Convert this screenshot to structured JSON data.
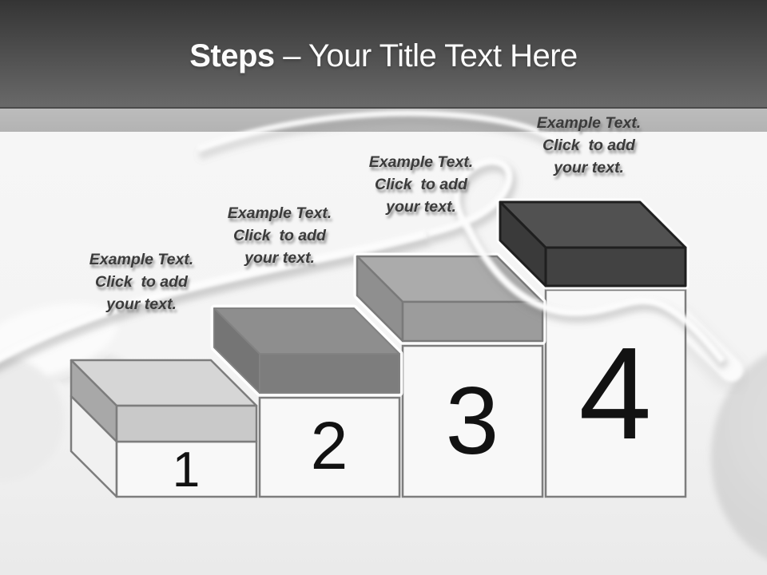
{
  "theme": {
    "header_top": "#3a3a3a",
    "header_bottom": "#696969",
    "header_edge": "#4a4a4a",
    "band": "#b3b3b3",
    "bg_top": "#f7f7f7",
    "bg_bottom": "#eaeaea",
    "title_color": "#fcfcfc",
    "caption_color": "#3b3b3b",
    "digit_color": "#121212",
    "box_face": "#f8f8f8",
    "box_side": "#f1f1f1",
    "box_outline": "#7d7d7d",
    "cable": "#fcfcfc"
  },
  "title": {
    "emphasis": "Steps",
    "separator": "–",
    "rest": "Your Title Text Here"
  },
  "steps": [
    {
      "number": "1",
      "caption": [
        "Example Text.",
        "Click  to add",
        "your text."
      ],
      "cap_colors": {
        "top": "#d6d6d6",
        "front": "#c9c9c9",
        "side": "#a8a8a8",
        "outline": "#7d7d7d"
      }
    },
    {
      "number": "2",
      "caption": [
        "Example Text.",
        "Click  to add",
        "your text."
      ],
      "cap_colors": {
        "top": "#8e8e8e",
        "front": "#7d7d7d",
        "side": "#757575",
        "outline": "#828282"
      }
    },
    {
      "number": "3",
      "caption": [
        "Example Text.",
        "Click  to add",
        "your text."
      ],
      "cap_colors": {
        "top": "#ababab",
        "front": "#9c9c9c",
        "side": "#8f8f8f",
        "outline": "#7a7a7a"
      }
    },
    {
      "number": "4",
      "caption": [
        "Example Text.",
        "Click  to add",
        "your text."
      ],
      "cap_colors": {
        "top": "#515151",
        "front": "#424242",
        "side": "#3a3a3a",
        "outline": "#1f1f1f"
      }
    }
  ]
}
